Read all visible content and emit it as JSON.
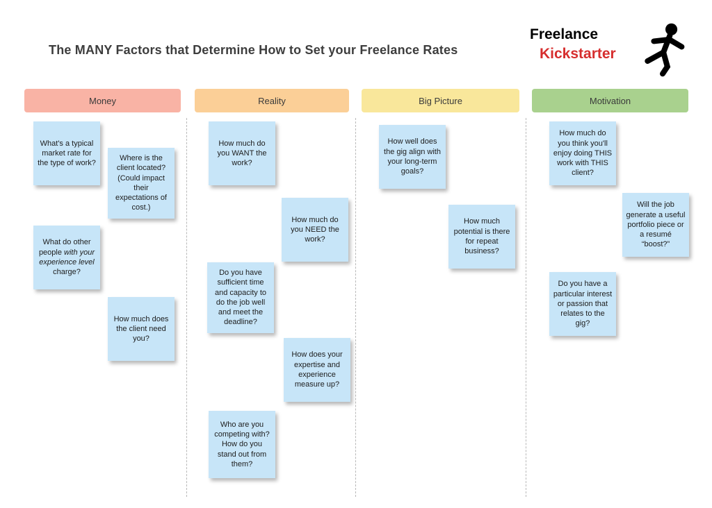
{
  "title": "The MANY Factors that Determine How to Set your Freelance Rates",
  "logo": {
    "line1": "Freelance",
    "line2": "Kickstarter",
    "accent_color": "#d62e2e",
    "icon": "kicking-figure-icon"
  },
  "board": {
    "note_color": "#c7e5f8"
  },
  "columns": [
    {
      "label": "Money",
      "header_color": "#f9b3a5",
      "notes": [
        {
          "text": "What's a typical market rate for the type of work?"
        },
        {
          "text": "Where is the client located? (Could impact their expectations of cost.)"
        },
        {
          "text_pre": "What do other people ",
          "text_italic": "with your experience level",
          "text_post": " charge?"
        },
        {
          "text": "How much does the client need you?"
        }
      ]
    },
    {
      "label": "Reality",
      "header_color": "#fbcf97",
      "notes": [
        {
          "text": "How much do you WANT the work?"
        },
        {
          "text": "How much do you NEED the work?"
        },
        {
          "text": "Do you have sufficient time and capacity to do the job well and meet the deadline?"
        },
        {
          "text": "How does your expertise and experience measure up?"
        },
        {
          "text": "Who are you competing with? How do you stand out from them?"
        }
      ]
    },
    {
      "label": "Big Picture",
      "header_color": "#f9e79b",
      "notes": [
        {
          "text": "How well does the gig align with your long-term goals?"
        },
        {
          "text": "How much potential is there for repeat business?"
        }
      ]
    },
    {
      "label": "Motivation",
      "header_color": "#a9d18e",
      "notes": [
        {
          "text": "How much do you think you'll enjoy doing THIS work with THIS client?"
        },
        {
          "text": "Will the job generate a useful portfolio piece or a resumé “boost?”"
        },
        {
          "text": "Do you have a particular interest or passion that relates to the gig?"
        }
      ]
    }
  ]
}
